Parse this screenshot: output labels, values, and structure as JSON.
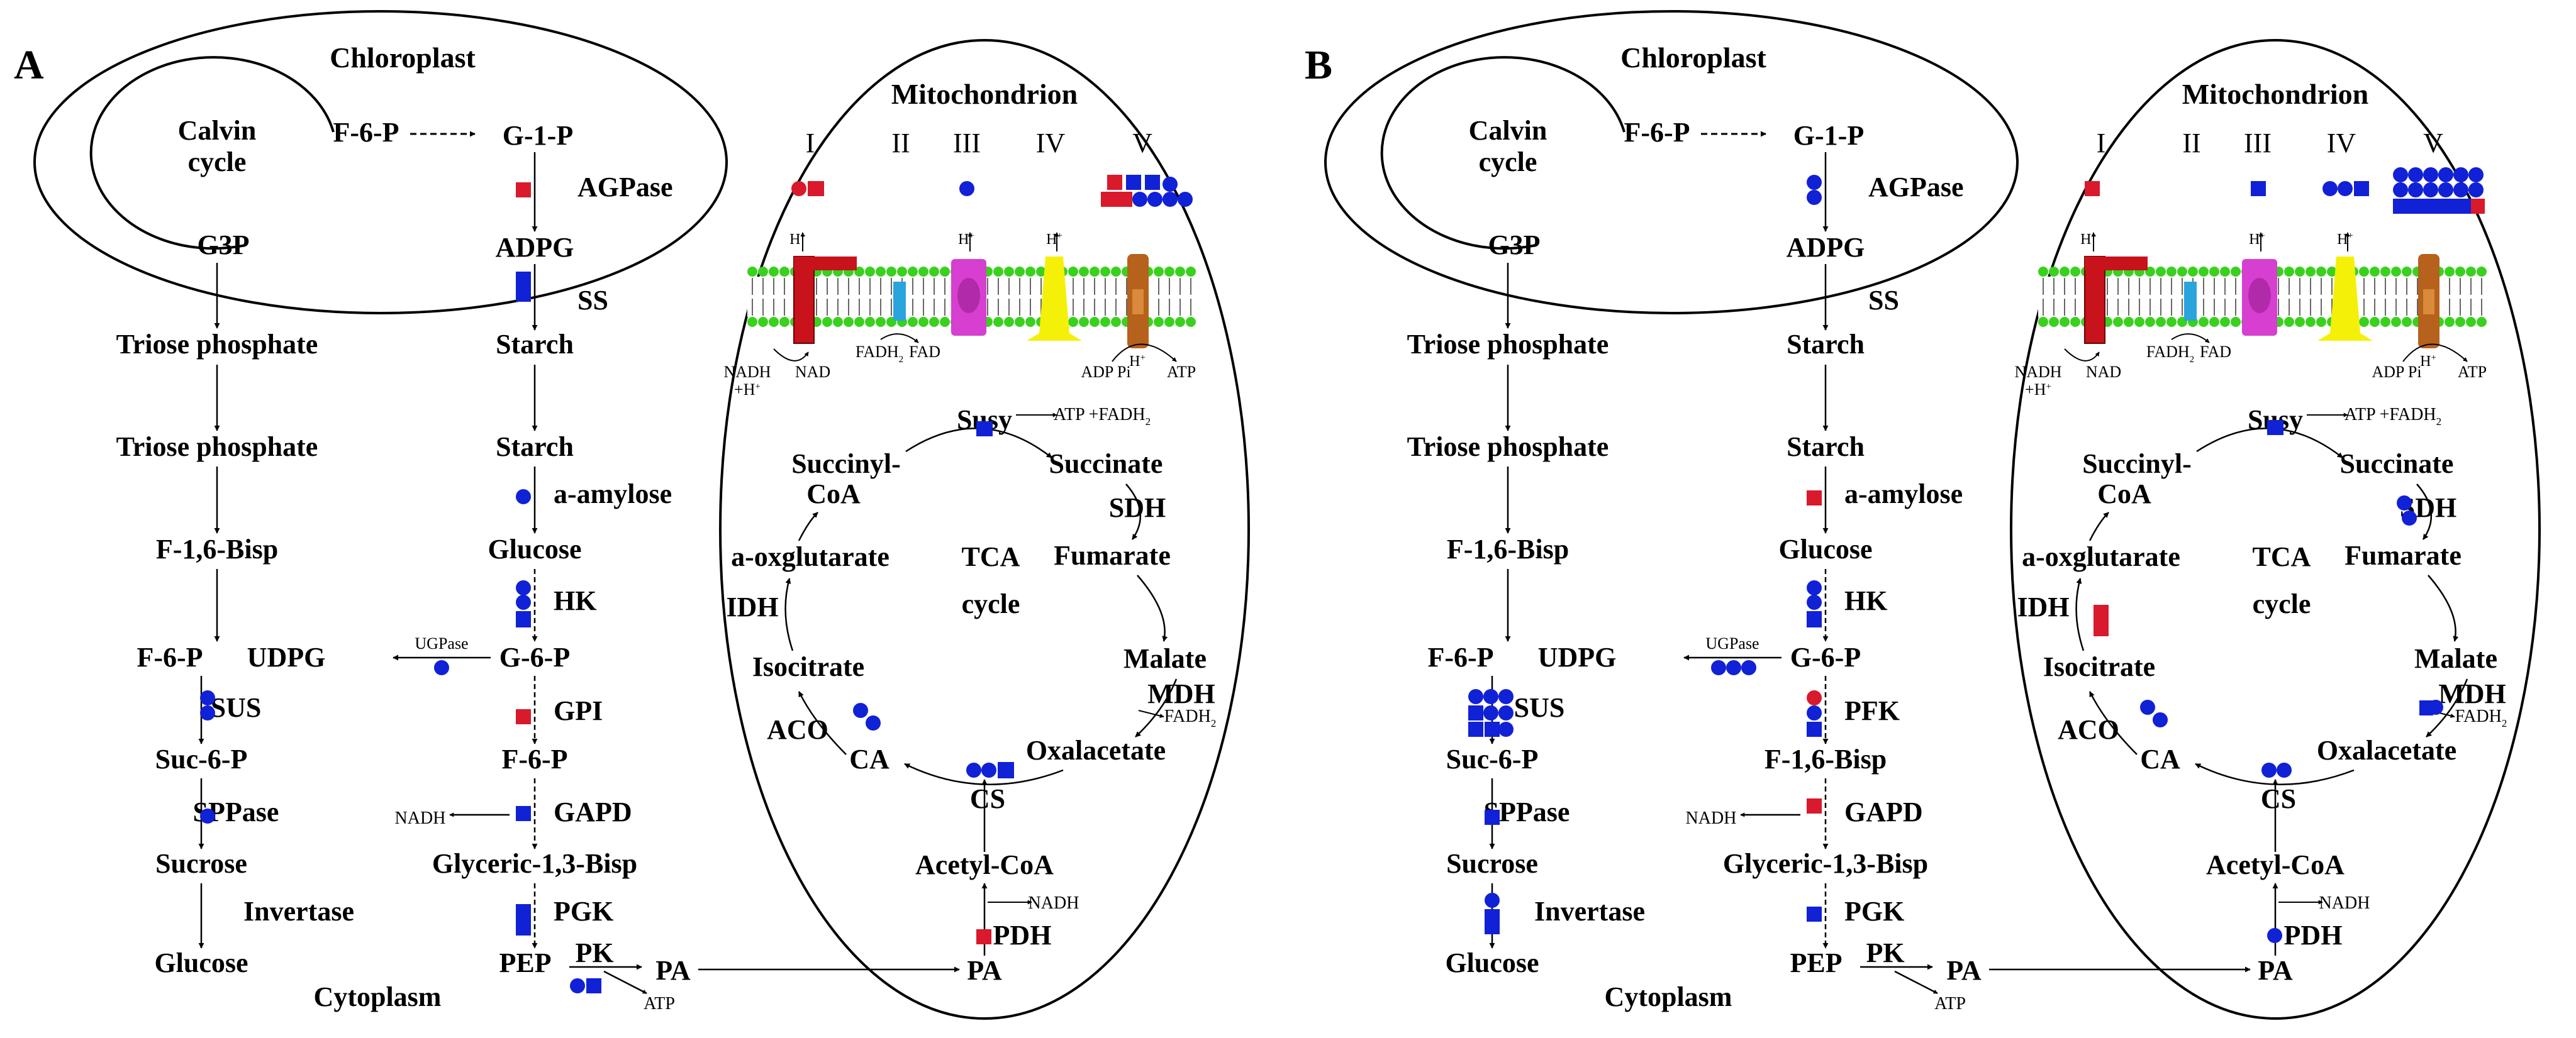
{
  "colors": {
    "increase": "#d9192c",
    "decrease": "#1021d6",
    "membrane_head": "#39d11e",
    "complex_I": "#c8121c",
    "complex_II": "#2aa4dc",
    "complex_III": "#d63fd0",
    "complex_IV": "#f5f008",
    "complex_V": "#b6611c"
  },
  "panels": [
    {
      "letter": "A",
      "chloroplast": {
        "title": "Chloroplast",
        "calvin": "Calvin",
        "cycle": "cycle",
        "f6p": "F-6-P",
        "g1p": "G-1-P",
        "g3p": "G3P",
        "agpase": "AGPase",
        "adpg": "ADPG",
        "ss": "SS",
        "starch": "Starch",
        "triose": "Triose phosphate"
      },
      "cytoplasm": {
        "label": "Cytoplasm",
        "triose": "Triose phosphate",
        "f16bisp": "F-1,6-Bisp",
        "f6p": "F-6-P",
        "udpg": "UDPG",
        "ugpase": "UGPase",
        "sus": "SUS",
        "suc6p": "Suc-6-P",
        "sppase": "SPPase",
        "sucrose": "Sucrose",
        "invertase": "Invertase",
        "glucose_end": "Glucose",
        "starch": "Starch",
        "amylase": "a-amylose",
        "glucose": "Glucose",
        "hk": "HK",
        "g6p": "G-6-P",
        "step_enzyme": "GPI",
        "step_product": "F-6-P",
        "nadh": "NADH",
        "gapd": "GAPD",
        "glyceric": "Glyceric-1,3-Bisp",
        "pgk": "PGK",
        "pep": "PEP",
        "pk": "PK",
        "pa": "PA",
        "atp": "ATP"
      },
      "mito": {
        "title": "Mitochondrion",
        "complexes": [
          "I",
          "II",
          "III",
          "IV",
          "V"
        ],
        "h": "H",
        "h_sup": "+",
        "nadh": "NADH",
        "h_plus": "+H",
        "nad": "NAD",
        "fadh": "FADH",
        "fadh_sub": "2",
        "fad": "FAD",
        "adp_pi": "ADP Pi",
        "atp": "ATP",
        "susy": "Susy",
        "atp_fadh": "ATP +FADH",
        "succinyl": "Succinyl-",
        "coa": "CoA",
        "succinate": "Succinate",
        "sdh": "SDH",
        "fumarate": "Fumarate",
        "aoxg": "a-oxglutarate",
        "tca": "TCA",
        "cycle": "cycle",
        "idh": "IDH",
        "isocitrate": "Isocitrate",
        "malate": "Malate",
        "mdh": "MDH",
        "fadh2": "FADH",
        "aco": "ACO",
        "ca": "CA",
        "oxalacetate": "Oxalacetate",
        "cs": "CS",
        "acetyl": "Acetyl-CoA",
        "nadh2": "NADH",
        "pdh": "PDH",
        "pa": "PA"
      }
    },
    {
      "letter": "B",
      "chloroplast": {
        "title": "Chloroplast",
        "calvin": "Calvin",
        "cycle": "cycle",
        "f6p": "F-6-P",
        "g1p": "G-1-P",
        "g3p": "G3P",
        "agpase": "AGPase",
        "adpg": "ADPG",
        "ss": "SS",
        "starch": "Starch",
        "triose": "Triose phosphate"
      },
      "cytoplasm": {
        "label": "Cytoplasm",
        "triose": "Triose phosphate",
        "f16bisp": "F-1,6-Bisp",
        "f6p": "F-6-P",
        "udpg": "UDPG",
        "ugpase": "UGPase",
        "sus": "SUS",
        "suc6p": "Suc-6-P",
        "sppase": "SPPase",
        "sucrose": "Sucrose",
        "invertase": "Invertase",
        "glucose_end": "Glucose",
        "starch": "Starch",
        "amylase": "a-amylose",
        "glucose": "Glucose",
        "hk": "HK",
        "g6p": "G-6-P",
        "step_enzyme": "PFK",
        "step_product": "F-1,6-Bisp",
        "nadh": "NADH",
        "gapd": "GAPD",
        "glyceric": "Glyceric-1,3-Bisp",
        "pgk": "PGK",
        "pep": "PEP",
        "pk": "PK",
        "pa": "PA",
        "atp": "ATP"
      },
      "mito": {
        "title": "Mitochondrion",
        "complexes": [
          "I",
          "II",
          "III",
          "IV",
          "V"
        ],
        "h": "H",
        "h_sup": "+",
        "nadh": "NADH",
        "h_plus": "+H",
        "nad": "NAD",
        "fadh": "FADH",
        "fadh_sub": "2",
        "fad": "FAD",
        "adp_pi": "ADP Pi",
        "atp": "ATP",
        "susy": "Susy",
        "atp_fadh": "ATP +FADH",
        "succinyl": "Succinyl-",
        "coa": "CoA",
        "succinate": "Succinate",
        "sdh": "SDH",
        "fumarate": "Fumarate",
        "aoxg": "a-oxglutarate",
        "tca": "TCA",
        "cycle": "cycle",
        "idh": "IDH",
        "isocitrate": "Isocitrate",
        "malate": "Malate",
        "mdh": "MDH",
        "fadh2": "FADH",
        "aco": "ACO",
        "ca": "CA",
        "oxalacetate": "Oxalacetate",
        "cs": "CS",
        "acetyl": "Acetyl-CoA",
        "nadh2": "NADH",
        "pdh": "PDH",
        "pa": "PA"
      }
    }
  ]
}
